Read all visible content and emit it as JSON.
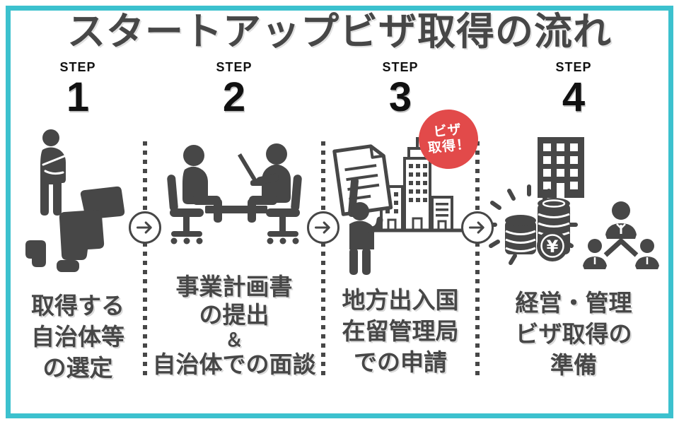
{
  "title": "スタートアップビザ取得の流れ",
  "badge": {
    "line1": "ビザ",
    "line2": "取得！"
  },
  "steps": [
    {
      "label": "STEP",
      "number": "1",
      "icon": "municipality-selection-icon",
      "caption_lines": [
        "取得する",
        "自治体等",
        "の選定"
      ]
    },
    {
      "label": "STEP",
      "number": "2",
      "icon": "interview-meeting-icon",
      "caption_lines": [
        "事業計画書",
        "の提出",
        "＆",
        "自治体での面談"
      ]
    },
    {
      "label": "STEP",
      "number": "3",
      "icon": "application-submission-icon",
      "caption_lines": [
        "地方出入国",
        "在留管理局",
        "での申請"
      ]
    },
    {
      "label": "STEP",
      "number": "4",
      "icon": "company-preparation-icon",
      "caption_lines": [
        "経営・管理",
        "ビザ取得の",
        "準備"
      ]
    }
  ],
  "colors": {
    "accent_teal": "#3cc1ce",
    "badge_red": "#e24a4a",
    "icon_gray": "#474747",
    "text_black": "#111111"
  }
}
